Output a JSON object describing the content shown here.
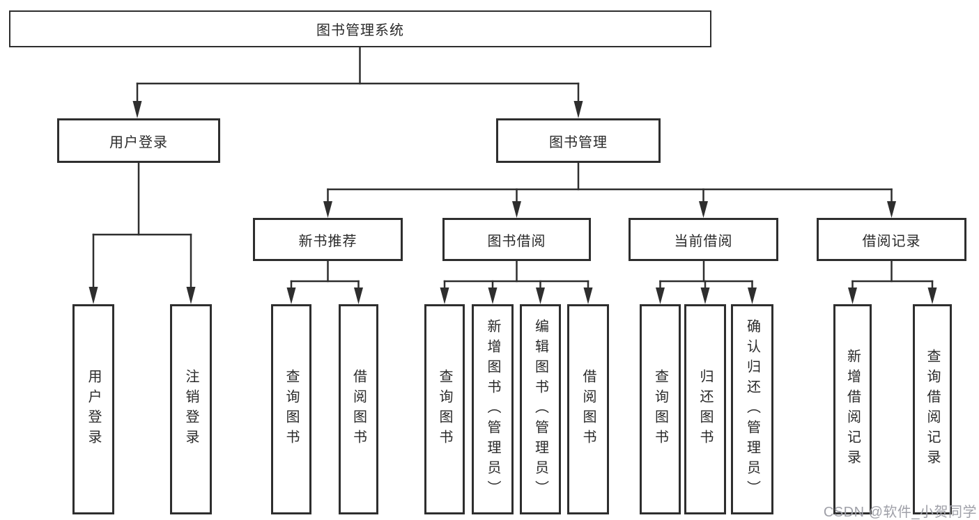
{
  "diagram_title": "图书管理系统",
  "nodes": {
    "root": "图书管理系统",
    "user_login": "用户登录",
    "book_mgmt": "图书管理",
    "new_book_rec": "新书推荐",
    "book_borrow": "图书借阅",
    "current_borrow": "当前借阅",
    "borrow_records": "借阅记录",
    "leaf_user_login": "用户登录",
    "leaf_logout": "注销登录",
    "leaf_query_book_rec": "查询图书",
    "leaf_borrow_book_rec": "借阅图书",
    "leaf_query_book_borrow": "查询图书",
    "leaf_add_book": "新增图书（管理员）",
    "leaf_edit_book": "编辑图书（管理员）",
    "leaf_borrow_book_borrow": "借阅图书",
    "leaf_query_book_current": "查询图书",
    "leaf_return_book": "归还图书",
    "leaf_confirm_return": "确认归还（管理员）",
    "leaf_add_borrow_record": "新增借阅记录",
    "leaf_query_borrow_record": "查询借阅记录"
  },
  "tree": {
    "id": "root",
    "children": [
      {
        "id": "user_login",
        "children": [
          {
            "id": "leaf_user_login"
          },
          {
            "id": "leaf_logout"
          }
        ]
      },
      {
        "id": "book_mgmt",
        "children": [
          {
            "id": "new_book_rec",
            "children": [
              {
                "id": "leaf_query_book_rec"
              },
              {
                "id": "leaf_borrow_book_rec"
              }
            ]
          },
          {
            "id": "book_borrow",
            "children": [
              {
                "id": "leaf_query_book_borrow"
              },
              {
                "id": "leaf_add_book"
              },
              {
                "id": "leaf_edit_book"
              },
              {
                "id": "leaf_borrow_book_borrow"
              }
            ]
          },
          {
            "id": "current_borrow",
            "children": [
              {
                "id": "leaf_query_book_current"
              },
              {
                "id": "leaf_return_book"
              },
              {
                "id": "leaf_confirm_return"
              }
            ]
          },
          {
            "id": "borrow_records",
            "children": [
              {
                "id": "leaf_add_borrow_record"
              },
              {
                "id": "leaf_query_borrow_record"
              }
            ]
          }
        ]
      }
    ]
  },
  "watermark": "CSDN @软件_小贺同学",
  "colors": {
    "line": "#2e2e2e",
    "box_border": "#2e2e2e",
    "text": "#2a2a2a",
    "watermark": "#9fa0a8",
    "background": "#ffffff"
  }
}
